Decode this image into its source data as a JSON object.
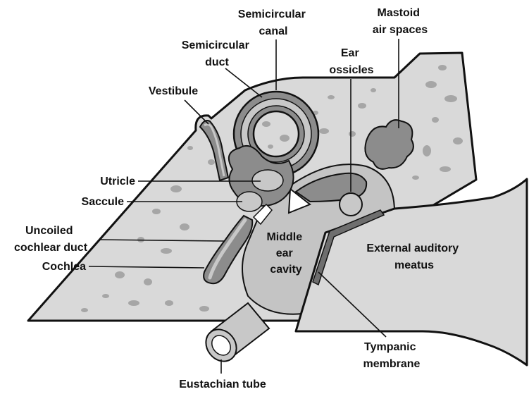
{
  "labels": {
    "semicircular_canal": [
      "Semicircular",
      "canal"
    ],
    "mastoid": [
      "Mastoid",
      "air spaces"
    ],
    "semicircular_duct": [
      "Semicircular",
      "duct"
    ],
    "ear_ossicles": [
      "Ear",
      "ossicles"
    ],
    "vestibule": "Vestibule",
    "utricle": "Utricle",
    "saccule": "Saccule",
    "uncoiled_duct": [
      "Uncoiled",
      "cochlear duct"
    ],
    "cochlea": "Cochlea",
    "middle_ear": [
      "Middle",
      "ear",
      "cavity"
    ],
    "external_meatus": [
      "External auditory",
      "meatus"
    ],
    "tympanic": [
      "Tympanic",
      "membrane"
    ],
    "eustachian": "Eustachian tube"
  },
  "colors": {
    "bone": "#d9d9d9",
    "spot": "#a6a6a6",
    "tissue": "#8c8c8c",
    "lumen": "#c8c8c8",
    "cavity": "#c4c4c4",
    "outline": "#111111"
  }
}
